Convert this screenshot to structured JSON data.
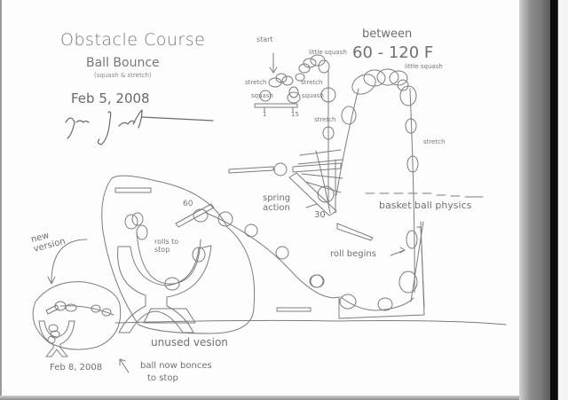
{
  "sheet": {
    "title": "Obstacle Course",
    "subtitle": "Ball Bounce",
    "subtitle_note": "(squash & stretch)",
    "date": "Feb 5, 2008",
    "signature": "signature"
  },
  "annotations": {
    "start": "start",
    "between": "between",
    "frame_range": "60 - 120 F",
    "little_squash_1": "little squash",
    "little_squash_2": "little squash",
    "stretch_left": "stretch",
    "squash_left": "squash",
    "stretch_mid": "stretch",
    "squash_mid": "squash",
    "stretch_drop": "stretch",
    "stretch_right": "stretch",
    "timeline_1": "1",
    "timeline_15": "15",
    "spring_action": "spring action",
    "spring_frame": "30",
    "basketball_physics": "basket ball physics",
    "roll_begins": "roll begins",
    "ramp_frame": "60",
    "rolls_to_stop": "rolls to stop",
    "unused_version": "unused vesion",
    "new_version": "new version",
    "new_date": "Feb 8, 2008",
    "ball_note_line1": "ball now bonces",
    "ball_note_line2": "to stop"
  },
  "colors": {
    "paper": "#fdfdfd",
    "pencil": "#7a7a7a",
    "scan_shadow": "#8e8e8e",
    "scan_edge": "#0b0b0b"
  }
}
